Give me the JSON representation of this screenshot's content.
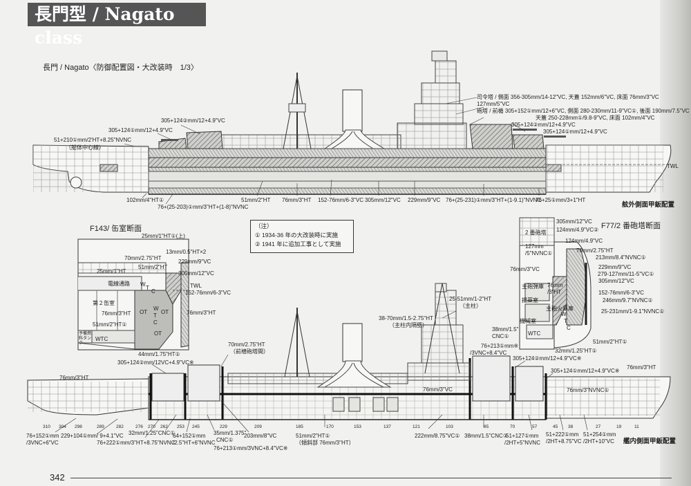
{
  "header": {
    "title": "長門型 / Nagato class"
  },
  "top_figure": {
    "caption": "長門 / Nagato〈防御配置図・大改装時　1/3〉",
    "bottom_label": "舷外側面甲鈑配置",
    "twl": "TWL"
  },
  "top_labels": [
    "舷外側面甲鈑配置",
    "51+210①mm/2'HT+8.25\"NVNC",
    "（船体中心線）",
    "305+124②mm/12+4.9\"VC",
    "305+124①mm/12+4.9\"VC",
    "102mm/4\"HT①",
    "76+(25-203)①mm/3\"HT+(1-8)\"NVNC",
    "51mm/2\"HT",
    "76mm/3\"HT",
    "152-76mm/6-3\"VC",
    "305mm/12\"VC",
    "229mm/9\"VC",
    "76+(25-231)①mm/3\"HT+(1-9.1)\"NVNC",
    "76+25①mm/3+1\"HT",
    "司令塔 / 側面 356-305mm/14-12\"VC, 天蓋 152mm/6\"VC, 床面 76mm/3\"VC",
    "127mm/5\"VC",
    "砲塔 / 前楯 305+152①mm/12+6\"VC, 側面 280-230mm/11-9\"VC①, 後面 190mm/7.5\"VC",
    "天蓋 250-228mm①/9.8-9\"VC, 床面 102mm/4\"VC",
    "305+124②mm/12+4.9\"VC",
    "305+124①mm/12+4.9\"VC",
    "TWL"
  ],
  "f143": {
    "title": "F143/ 缶室断面",
    "labels": [
      "25mm/1\"HT①(上)",
      "13mm/0.5\"HT×2",
      "70mm/2.75\"HT",
      "229mm/9\"VC",
      "25mm/1\"HT",
      "51mm/2\"HT",
      "305mm/12\"VC",
      "電線通路",
      "TWL",
      "152-76mm/6-3\"VC",
      "第２缶室",
      "76mm/3\"HT",
      "76mm/3\"HT",
      "51mm/2\"HT①",
      "予備燃料タンク",
      "WTC",
      "OT",
      "OT",
      "OT",
      "44mm/1.75\"HT①",
      "W",
      "T",
      "C",
      "W",
      "T",
      "C"
    ]
  },
  "notes": {
    "title": "（注）",
    "items": [
      "① 1934-36 年の大改装時に実施",
      "② 1941 年に追加工事として実施"
    ]
  },
  "f77": {
    "title": "F77/2 番砲塔断面",
    "labels": [
      "305mm/12\"VC",
      "124mm/4.9\"VC②",
      "124mm/4.9\"VC",
      "2 番砲塔",
      "127mm",
      "/5\"NVNC①",
      "70mm/2.75\"HT",
      "213mm/8.4\"NVNC①",
      "76mm/3\"VC",
      "229mm/9\"VC",
      "279-127mm/11-5\"VC①",
      "305mm/12\"VC",
      "主砲弾庫",
      "76mm",
      "/3\"HT",
      "152-76mm/6-3\"VC",
      "246mm/9.7\"NVNC①",
      "揚薬室",
      "主砲火薬庫",
      "25-231mm/1-9.1\"NVNC①",
      "機械室",
      "38mm/1.5\"",
      "CNC①",
      "WTC",
      "51mm/2\"HT①",
      "32mm/1.25\"HT①",
      "W",
      "T",
      "C"
    ]
  },
  "bottom_figure": {
    "bottom_label": "艦内側面甲鈑配置"
  },
  "bottom_labels": [
    "25-51mm/1-2\"HT",
    "（主柱）",
    "38-70mm/1.5-2.75\"HT",
    "（主柱内隔壁）",
    "70mm/2.75\"HT",
    "（前檣砲塔間）",
    "305+124②mm/12VC+4.9\"VC※",
    "76mm/3\"HT",
    "76mm/3\"VC",
    "76+213①mm※",
    "/3VNC+8.4\"VC",
    "305+124②mm/12+4.9\"VC※",
    "305+124①mm/12+4.9\"VC※",
    "76mm/3\"HT",
    "76mm/3\"NVNC①",
    "76+152①mm",
    "/3VNC+6\"VC",
    "229+104①mm/ 9+4.1\"VC",
    "76+222①mm/3\"HT+8.75\"NVNC",
    "32mm/1.25\"CNC①",
    "64+152①mm",
    "/2.5\"HT+6\"NVNC",
    "35mm/1.375\"",
    "CNC①",
    "76+213①mm/3VNC+8.4\"VC※",
    "203mm/8\"VC",
    "51mm/2\"HT①",
    "（傾斜部 76mm/3\"HT）",
    "222mm/8.75\"VC①",
    "38mm/1.5\"CNC①",
    "51+127①mm",
    "/2HT+5\"NVNC",
    "51+222①mm",
    "/2HT+8.75\"VC",
    "51+254①mm",
    "/2HT+10\"VC",
    "艦内側面甲鈑配置"
  ],
  "frame_numbers": [
    "310",
    "304",
    "298",
    "289",
    "282",
    "276",
    "270",
    "262",
    "253",
    "245",
    "229",
    "209",
    "185",
    "170",
    "153",
    "137",
    "121",
    "103",
    "85",
    "70",
    "57",
    "45",
    "38",
    "27",
    "19",
    "11"
  ],
  "page": {
    "number": "342"
  }
}
